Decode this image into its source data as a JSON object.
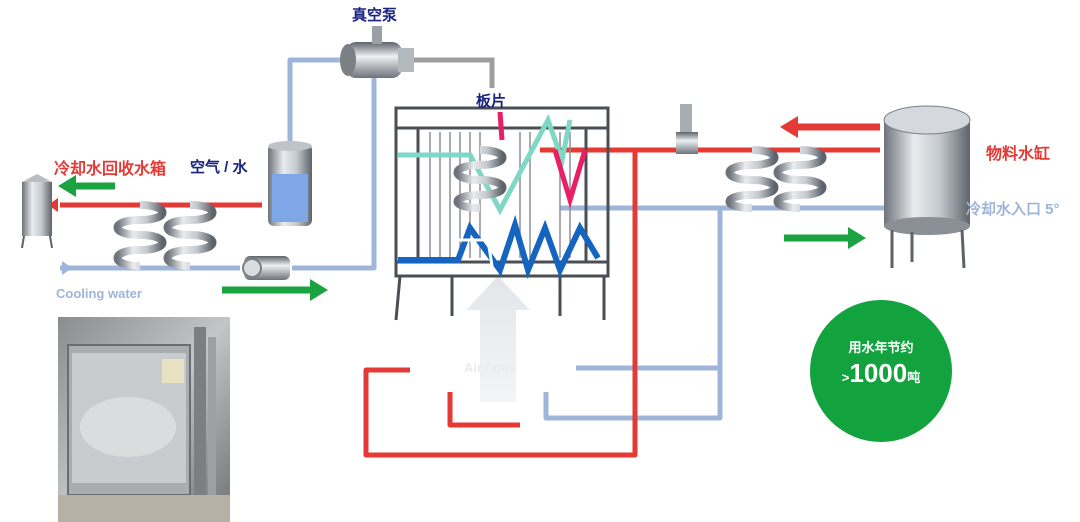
{
  "labels": {
    "vacuum_pump": "真空泵",
    "plate": "板片",
    "recovery_tank": "冷却水回收水箱",
    "air_water": "空气 / 水",
    "material_tank": "物料水缸",
    "cooling_inlet": "冷却水入口 5°",
    "cooling_water": "Cooling water",
    "air_gas": "Air / gas"
  },
  "badge": {
    "line1": "用水年节约",
    "prefix": ">",
    "value": "1000",
    "unit": "吨"
  },
  "colors": {
    "hot": "#e53935",
    "cool": "#9fb4d9",
    "arrow_green": "#1aa340",
    "label_dark": "#1a237e",
    "badge_bg": "#12a33f",
    "teal": "#7fd8c6",
    "pink": "#e91e63",
    "blue": "#1565c0",
    "gray_pipe": "#9e9e9e"
  }
}
